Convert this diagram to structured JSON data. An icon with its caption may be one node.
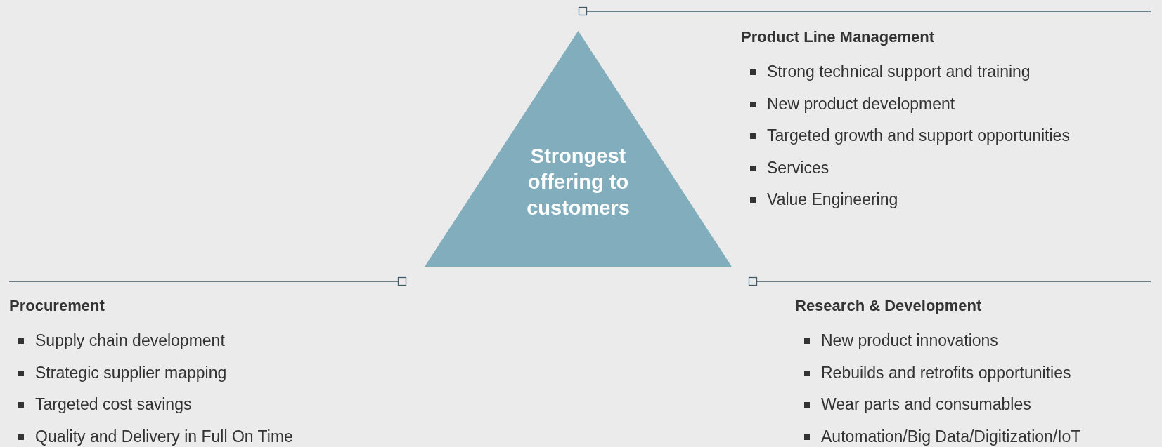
{
  "diagram": {
    "nodes": [
      {
        "text": [
          "Strongest offering to customers"
        ]
      },
      {
        "text": [
          "Product Line Management",
          "Strong technical support and training",
          "New product development",
          "Targeted growth and support opportunities",
          "Services",
          "Value Engineering"
        ]
      },
      {
        "text": [
          "Procurement",
          "Supply chain development",
          "Strategic supplier mapping",
          "Targeted cost savings",
          "Quality and Delivery in Full On Time"
        ]
      },
      {
        "text": [
          "Research & Development",
          "New product innovations",
          "Rebuilds and retrofits opportunities",
          "Wear parts and consumables",
          "Automation/Big Data/Digitization/IoT"
        ]
      }
    ]
  }
}
